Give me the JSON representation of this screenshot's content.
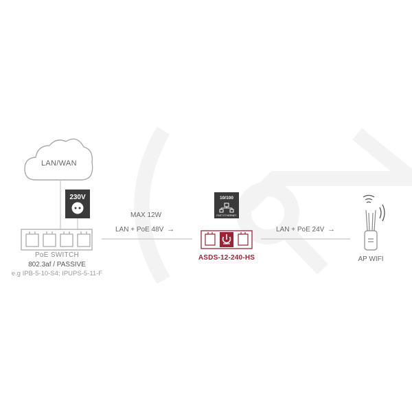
{
  "cloud": {
    "label": "LAN/WAN"
  },
  "power": {
    "label": "230V"
  },
  "speed_badge": {
    "top": "10/100",
    "bottom": "FAST ETHERNET"
  },
  "link1": {
    "max": "MAX 12W",
    "label": "LAN +  PoE 48V",
    "arrow": "→"
  },
  "link2": {
    "label": "LAN +  PoE 24V",
    "arrow": "→"
  },
  "switch": {
    "name": "PoE SWITCH",
    "standard": "802.3af / PASSIVE",
    "examples": "e.g IPB-5-10-S4; IPUPS-5-11-F"
  },
  "device": {
    "model": "ASDS-12-240-HS"
  },
  "ap": {
    "label": "AP WIFI"
  },
  "colors": {
    "accent": "#9b2335",
    "line": "#c8c8c8",
    "dark": "#3a3a3a",
    "watermark": "#f4f4f4"
  }
}
